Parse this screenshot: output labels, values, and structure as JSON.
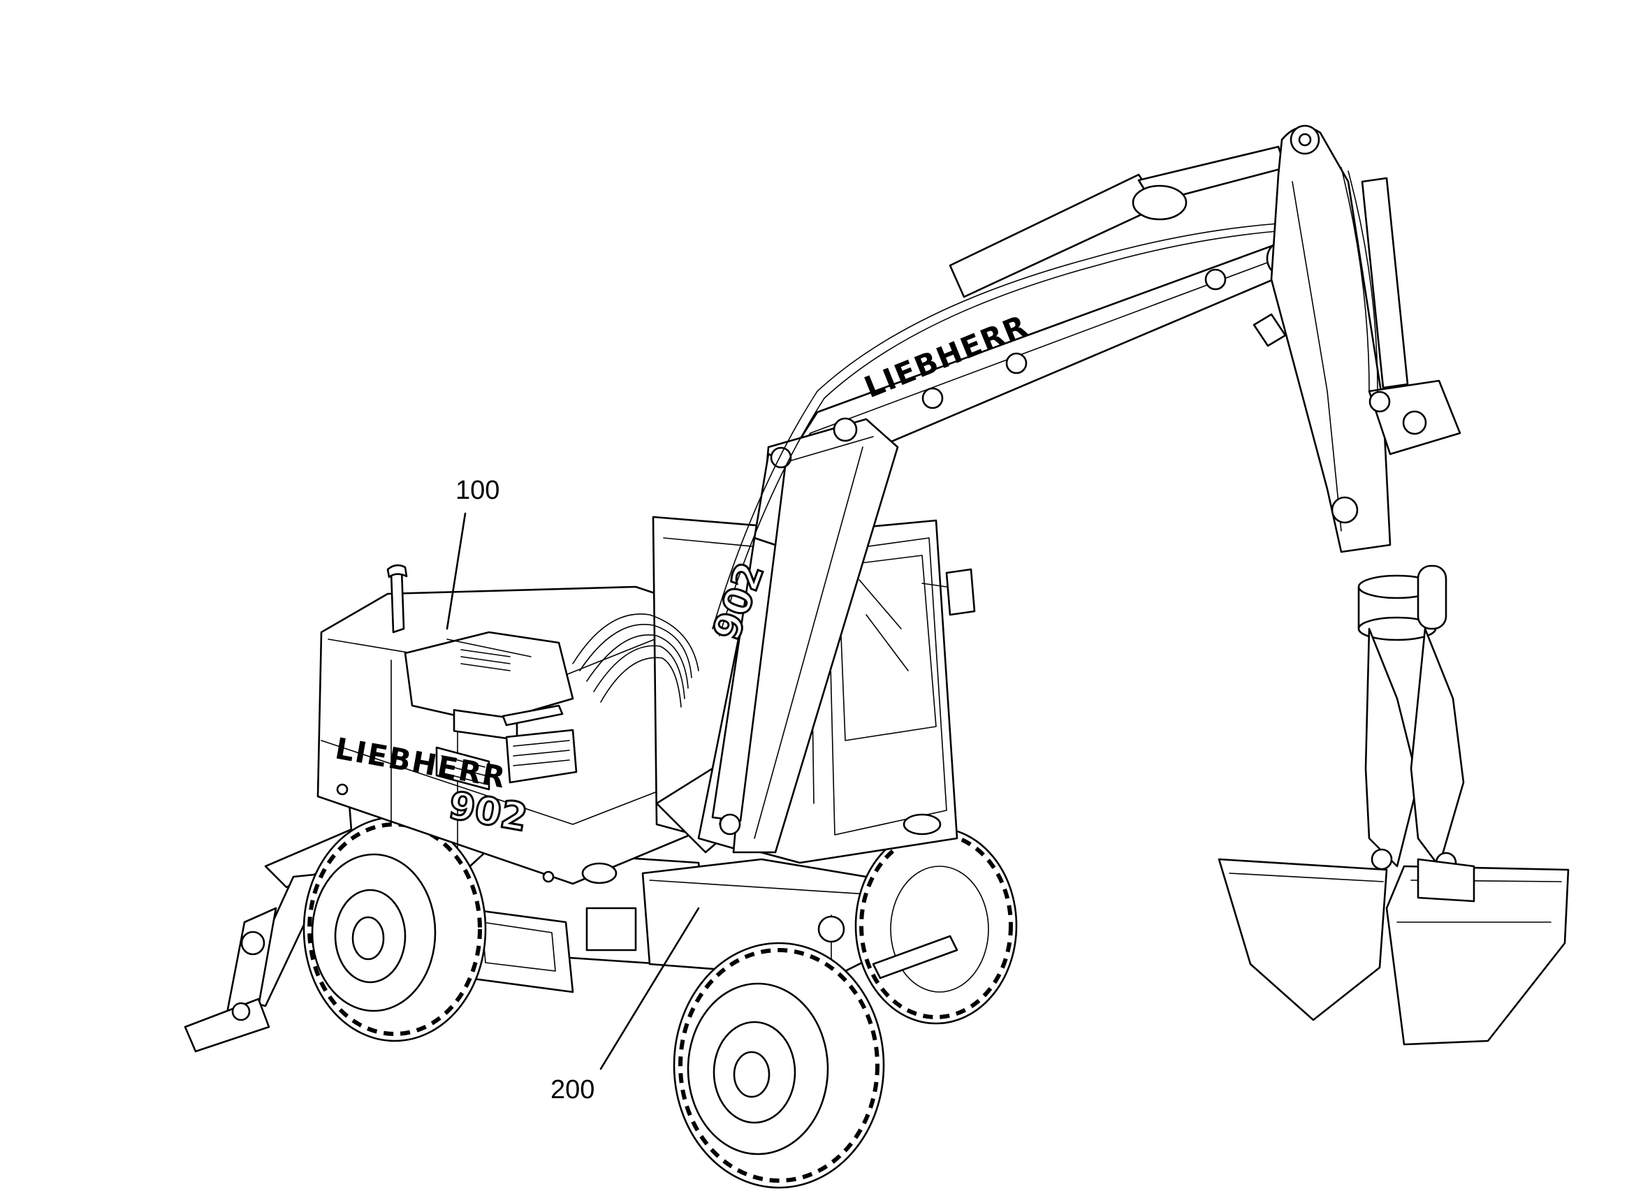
{
  "figure": {
    "reference_labels": [
      {
        "id": "upper-carriage",
        "text": "100"
      },
      {
        "id": "undercarriage",
        "text": "200"
      }
    ],
    "markings": {
      "brand_boom": "LIEBHERR",
      "brand_body": "LIEBHERR",
      "model_number": "902"
    },
    "colors": {
      "line": "#000000",
      "background": "#ffffff"
    }
  }
}
